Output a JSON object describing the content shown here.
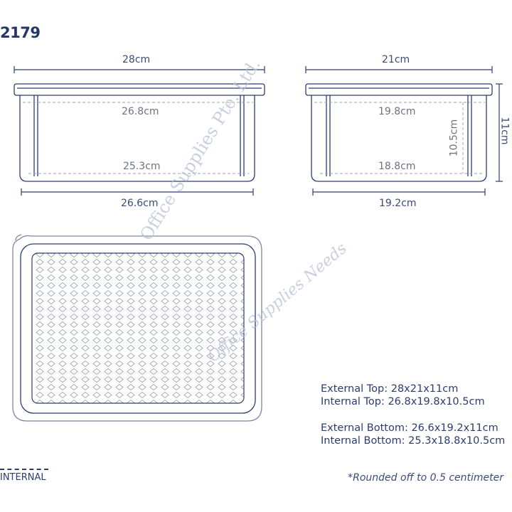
{
  "header": {
    "model": "2179"
  },
  "front_view": {
    "external_top": "28cm",
    "internal_top": "26.8cm",
    "internal_bottom": "25.3cm",
    "external_bottom": "26.6cm"
  },
  "side_view": {
    "external_top": "21cm",
    "internal_top": "19.8cm",
    "internal_bottom": "18.8cm",
    "external_bottom": "19.2cm",
    "internal_height": "10.5cm",
    "external_height": "11cm"
  },
  "specs": {
    "external_top": "External Top: 28x21x11cm",
    "internal_top": "Internal Top: 26.8x19.8x10.5cm",
    "external_bottom": "External Bottom: 26.6x19.2x11cm",
    "internal_bottom": "Internal Bottom: 25.3x18.8x10.5cm"
  },
  "legend": {
    "internal": "INTERNAL"
  },
  "footnote": "*Rounded off to 0.5 centimeter",
  "watermark": {
    "line1": "Office Supplies Pte. Ltd.",
    "line2": "Office Supplies Needs"
  },
  "colors": {
    "line": "#2c3c70",
    "dash": "#9ea3b3",
    "watermark": "#b9c0d6"
  }
}
